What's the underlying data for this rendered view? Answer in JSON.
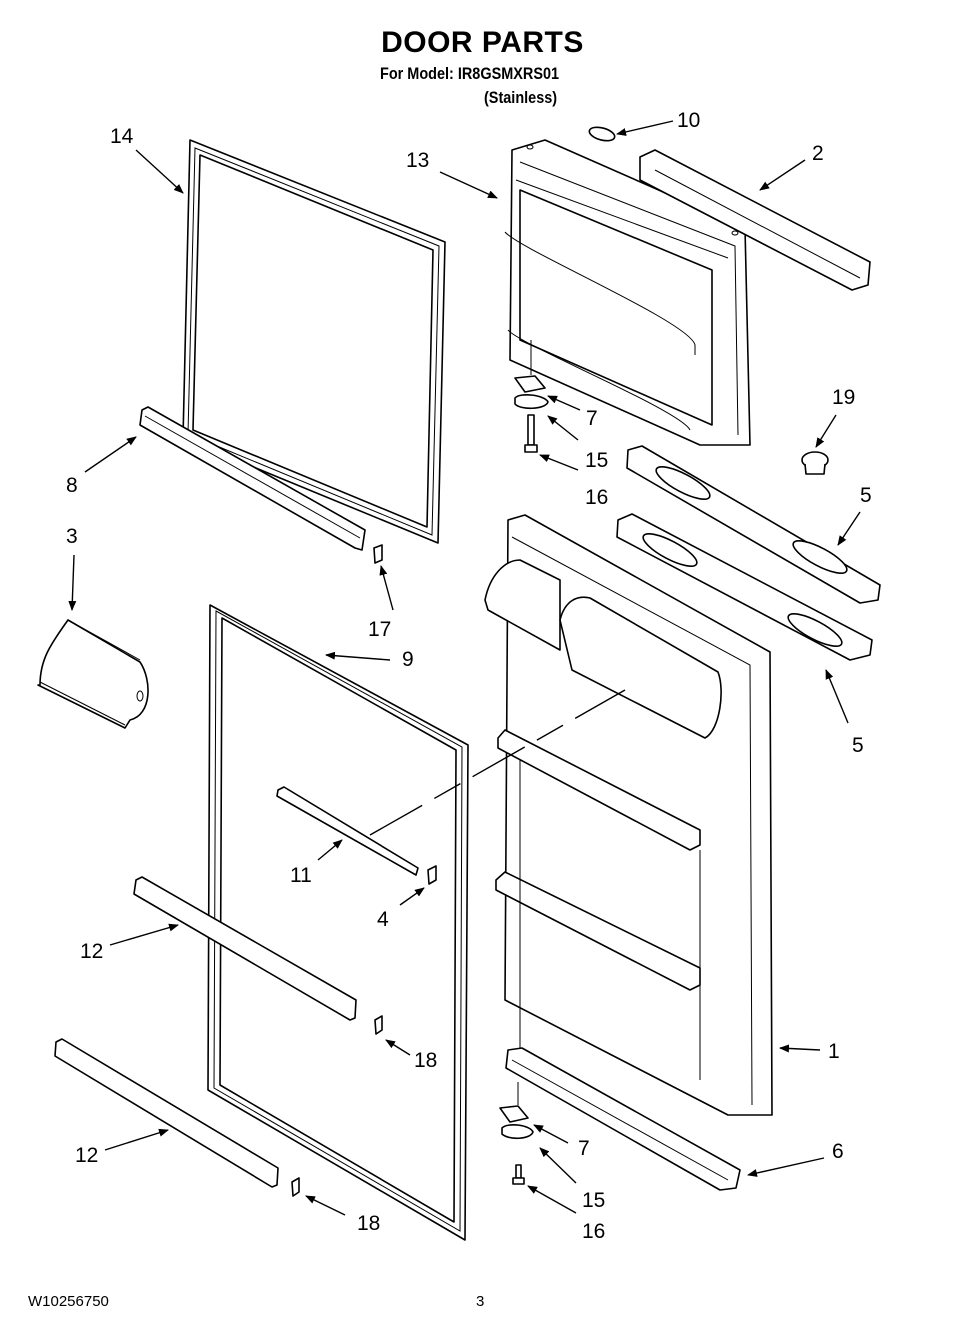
{
  "header": {
    "title": "DOOR PARTS",
    "model_line": "For Model: IR8GSMXRS01",
    "variant": "(Stainless)"
  },
  "footer": {
    "document_number": "W10256750",
    "page_number": "3"
  },
  "callouts": [
    {
      "id": "c14",
      "label": "14",
      "part": "freezer-door-gasket"
    },
    {
      "id": "c13",
      "label": "13",
      "part": "freezer-door-assembly"
    },
    {
      "id": "c10",
      "label": "10",
      "part": "plug"
    },
    {
      "id": "c2",
      "label": "2",
      "part": "freezer-door-trim-top"
    },
    {
      "id": "c7a",
      "label": "7",
      "part": "hinge-shim-upper"
    },
    {
      "id": "c15a",
      "label": "15",
      "part": "hinge-bushing-upper"
    },
    {
      "id": "c16a",
      "label": "16",
      "part": "hinge-screw-upper"
    },
    {
      "id": "c19",
      "label": "19",
      "part": "button-plug"
    },
    {
      "id": "c8",
      "label": "8",
      "part": "freezer-shelf-retainer"
    },
    {
      "id": "c17",
      "label": "17",
      "part": "end-cap-freezer"
    },
    {
      "id": "c5a",
      "label": "5",
      "part": "handle-upper"
    },
    {
      "id": "c5b",
      "label": "5",
      "part": "handle-lower"
    },
    {
      "id": "c3",
      "label": "3",
      "part": "dairy-door"
    },
    {
      "id": "c9",
      "label": "9",
      "part": "fresh-food-door-gasket"
    },
    {
      "id": "c11",
      "label": "11",
      "part": "shelf-retainer"
    },
    {
      "id": "c4",
      "label": "4",
      "part": "end-cap"
    },
    {
      "id": "c12a",
      "label": "12",
      "part": "door-shelf-retainer-upper"
    },
    {
      "id": "c18a",
      "label": "18",
      "part": "end-cap-upper"
    },
    {
      "id": "c1",
      "label": "1",
      "part": "fresh-food-door-assembly"
    },
    {
      "id": "c12b",
      "label": "12",
      "part": "door-shelf-retainer-lower"
    },
    {
      "id": "c7b",
      "label": "7",
      "part": "hinge-shim-lower"
    },
    {
      "id": "c6",
      "label": "6",
      "part": "fresh-food-door-trim-bottom"
    },
    {
      "id": "c15b",
      "label": "15",
      "part": "hinge-bushing-lower"
    },
    {
      "id": "c18b",
      "label": "18",
      "part": "end-cap-lower"
    },
    {
      "id": "c16b",
      "label": "16",
      "part": "hinge-screw-lower"
    }
  ]
}
